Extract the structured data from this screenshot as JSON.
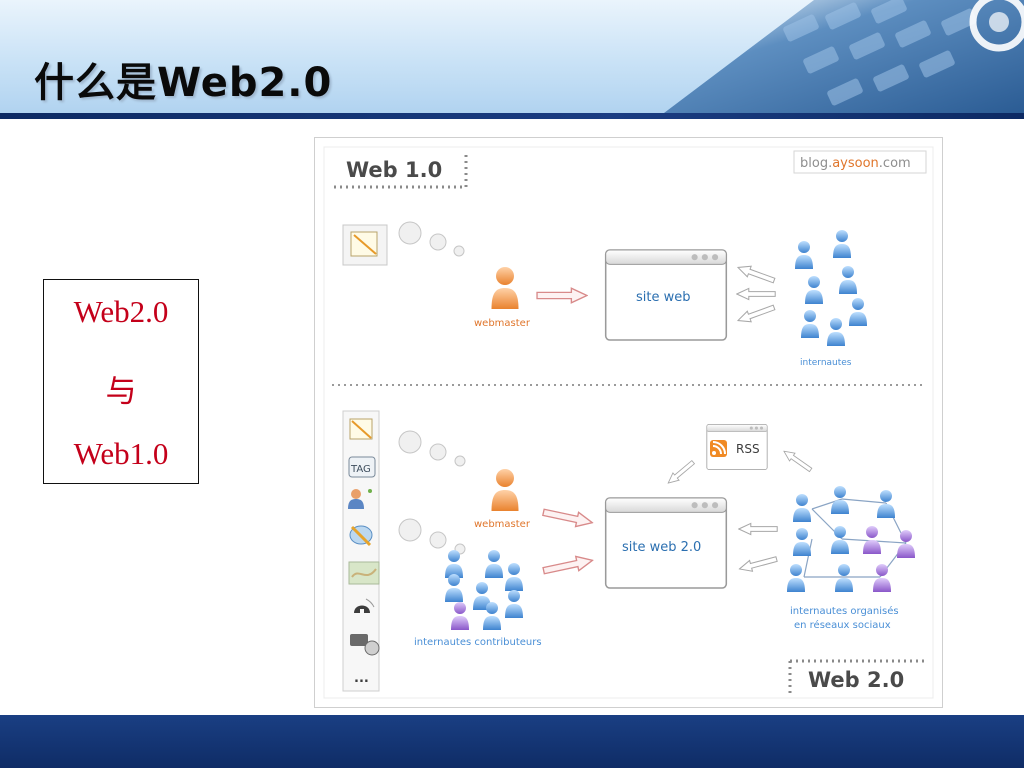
{
  "slide": {
    "title": "什么是Web2.0",
    "side_box": {
      "line1": "Web2.0",
      "line2": "与",
      "line3": "Web1.0"
    }
  },
  "figure": {
    "watermark_prefix": "blog.",
    "watermark_brand": "aysoon",
    "watermark_suffix": ".com",
    "web1": {
      "label": "Web 1.0",
      "webmaster": "webmaster",
      "site": "site web",
      "internautes": "internautes"
    },
    "web2": {
      "label": "Web 2.0",
      "webmaster": "webmaster",
      "site": "site web 2.0",
      "rss": "RSS",
      "tag": "TAG",
      "more": "...",
      "contributors": "internautes contributeurs",
      "network_line1": "internautes organisés",
      "network_line2": "en réseaux sociaux"
    }
  },
  "colors": {
    "title_shadow": "#9fb7cf",
    "side_text": "#c4001a",
    "accent_orange": "#e0762c",
    "user_blue": "#4a8fd6",
    "user_purple": "#9b6ad2",
    "site_blue": "#2b6fb0",
    "footer_navy": "#12306b"
  },
  "icons": [
    "notepad-icon",
    "tag-icon",
    "chat-user-icon",
    "globe-pen-icon",
    "map-icon",
    "phone-icon",
    "camera-film-icon",
    "rss-icon",
    "user-icon"
  ]
}
